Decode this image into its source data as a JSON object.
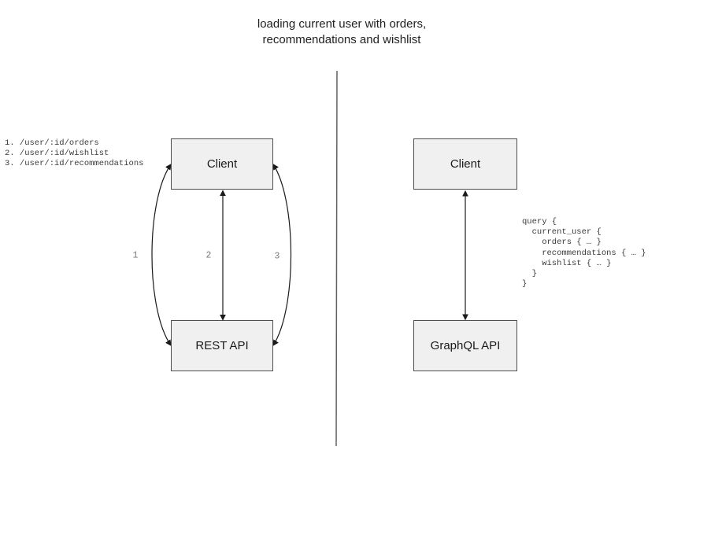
{
  "title": "loading current user with orders,\nrecommendations and wishlist",
  "rest": {
    "client_label": "Client",
    "api_label": "REST API",
    "endpoints": "1. /user/:id/orders\n2. /user/:id/wishlist\n3. /user/:id/recommendations",
    "arrow_labels": [
      "1",
      "2",
      "3"
    ]
  },
  "graphql": {
    "client_label": "Client",
    "api_label": "GraphQL API",
    "query": "query {\n  current_user {\n    orders { … }\n    recommendations { … }\n    wishlist { … }\n  }\n}"
  },
  "colors": {
    "box_fill": "#f0f0f0",
    "box_border": "#4d4d4d",
    "arrow": "#1a1a1a",
    "divider": "#606060",
    "label_gray": "#7a7a7a",
    "mono_text": "#3b3b3b",
    "title_text": "#1f1f1f"
  }
}
